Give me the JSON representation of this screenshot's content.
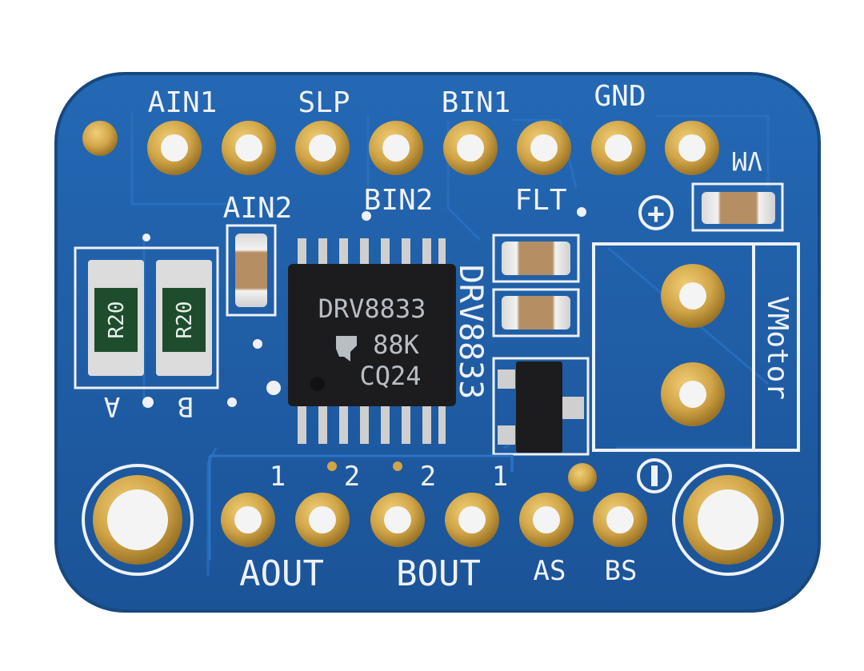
{
  "colors": {
    "pcb": "#1f5ea8",
    "pcb_edge": "#17487f",
    "trace": "#2a6fbe",
    "silk": "#eef1f6",
    "gold": "#d1a548",
    "gold_dark": "#a27a2a",
    "chip": "#1c1c1e",
    "chip_text": "#b9bec4",
    "pin": "#c9c9c9",
    "cap": "#b9936b",
    "resistor_body": "#1e4d2e"
  },
  "labels": {
    "ain1": "AIN1",
    "slp": "SLP",
    "bin1": "BIN1",
    "gnd": "GND",
    "vm": "VM",
    "ain2": "AIN2",
    "bin2": "BIN2",
    "flt": "FLT",
    "plus": "+",
    "vmotor": "VMotor",
    "drv_vertical": "DRV8833",
    "res_a": "A",
    "res_b": "B",
    "aout": "AOUT",
    "bout": "BOUT",
    "as": "AS",
    "bs": "BS",
    "out_1a": "1",
    "out_2a": "2",
    "out_2b": "2",
    "out_1b": "1"
  },
  "chip": {
    "line1": "DRV8833",
    "line2": "88K",
    "line3": "CQ24"
  },
  "resistors": {
    "r_a": "R20",
    "r_b": "R20"
  }
}
